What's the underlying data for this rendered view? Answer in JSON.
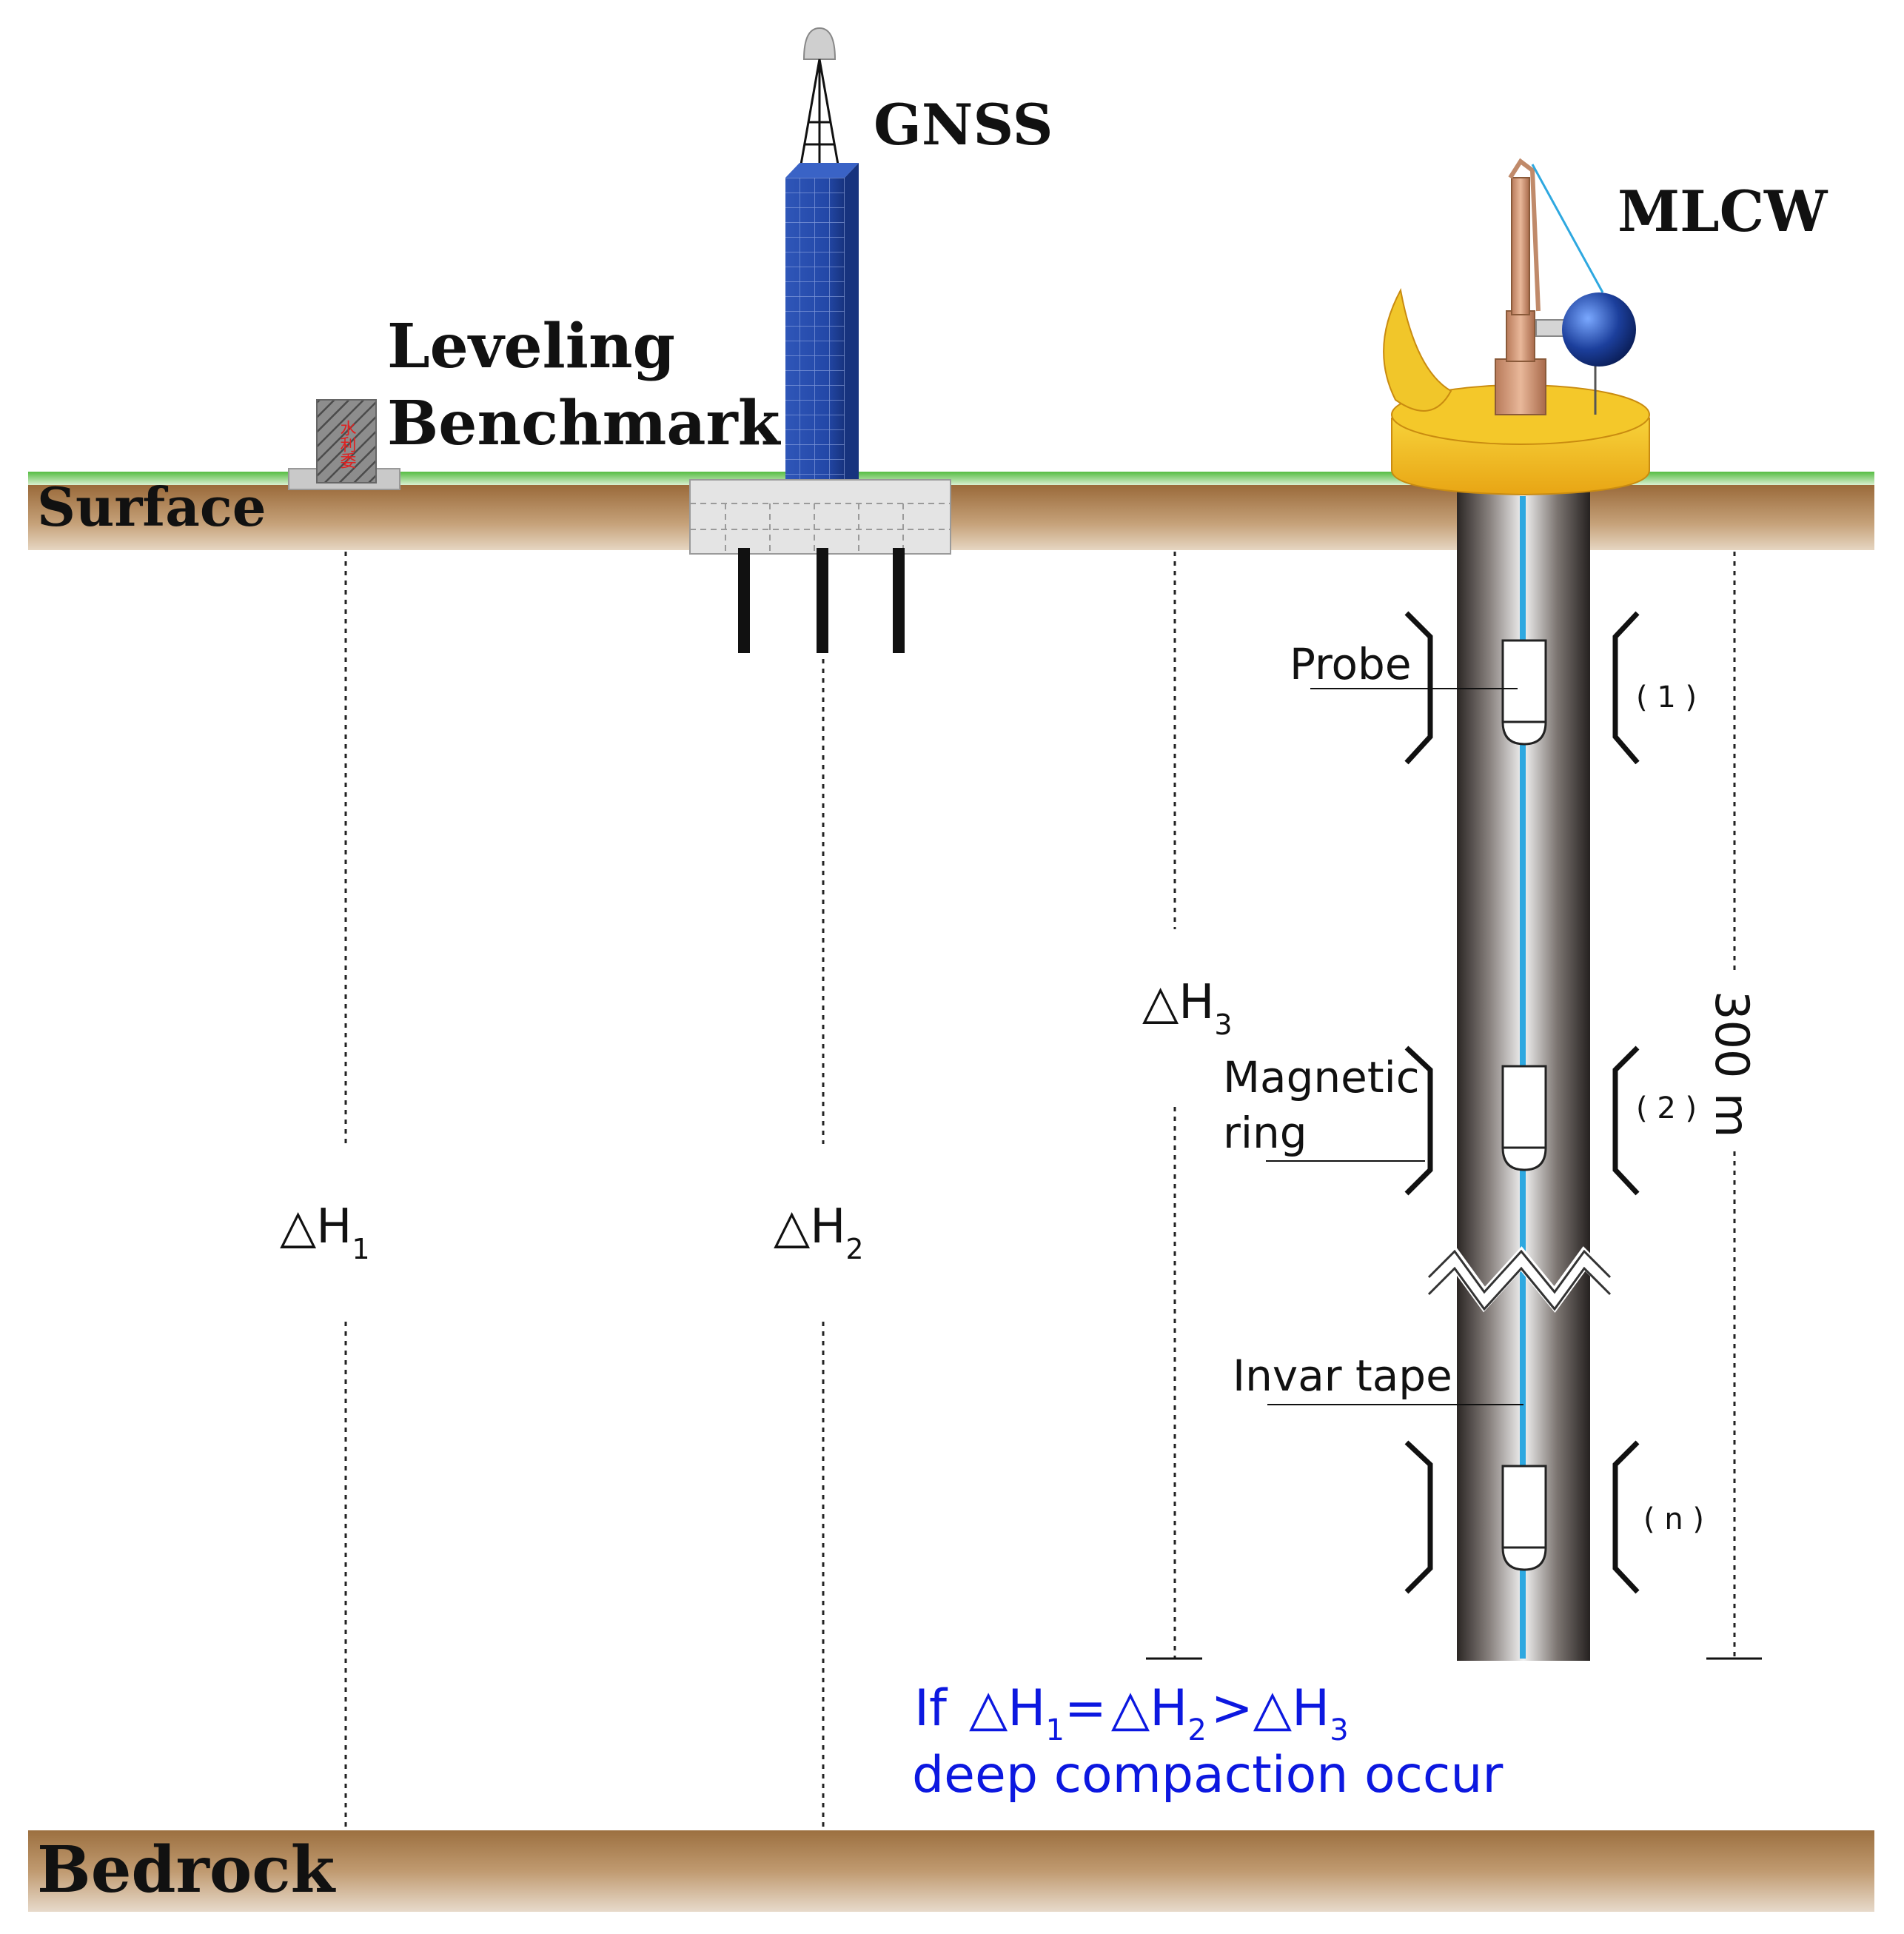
{
  "labels": {
    "gnss": "GNSS",
    "mlcw": "MLCW",
    "leveling_line1": "Leveling",
    "leveling_line2": "Benchmark",
    "surface": "Surface",
    "bedrock": "Bedrock",
    "probe": "Probe",
    "magnetic_line1": "Magnetic",
    "magnetic_line2": "ring",
    "invar_tape": "Invar tape",
    "depth": "300 m",
    "ring_1": "( 1 )",
    "ring_2": "( 2 )",
    "ring_n": "( n )"
  },
  "deltas": {
    "symbol": "△H",
    "h1_sub": "1",
    "h2_sub": "2",
    "h3_sub": "3"
  },
  "condition": {
    "prefix": "If",
    "eq": "=",
    "gt": ">",
    "line2": "deep compaction occur"
  },
  "benchmark_glyph": "水利委",
  "colors": {
    "surface_grass": "#5cc24a",
    "soil": "#a57a4c",
    "bedrock": "#a8835a",
    "gnss_tower": "#2348a8",
    "mlcw_cap": "#f2c21a",
    "invar_tape": "#2ea8e0",
    "condition_text": "#0c18e0"
  }
}
